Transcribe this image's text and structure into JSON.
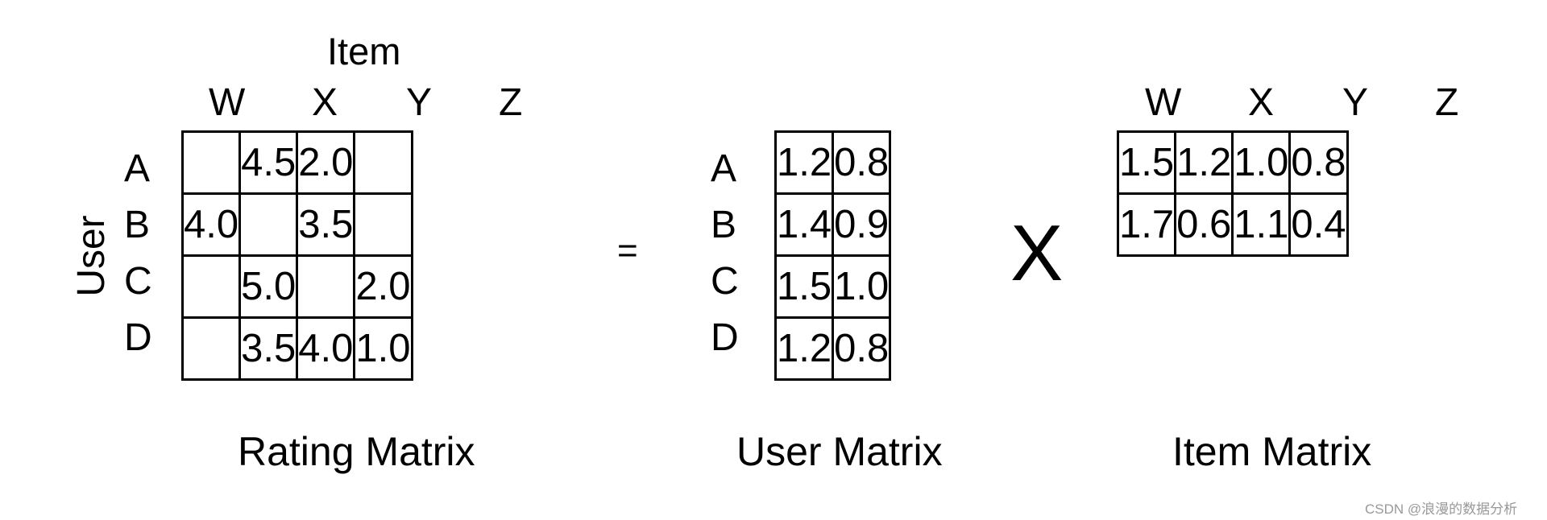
{
  "rating_matrix": {
    "axis_top": "Item",
    "axis_left": "User",
    "columns": [
      "W",
      "X",
      "Y",
      "Z"
    ],
    "rows": [
      "A",
      "B",
      "C",
      "D"
    ],
    "cells": [
      [
        "",
        "4.5",
        "2.0",
        ""
      ],
      [
        "4.0",
        "",
        "3.5",
        ""
      ],
      [
        "",
        "5.0",
        "",
        "2.0"
      ],
      [
        "",
        "3.5",
        "4.0",
        "1.0"
      ]
    ],
    "caption": "Rating Matrix"
  },
  "equals_sign": "=",
  "user_matrix": {
    "rows": [
      "A",
      "B",
      "C",
      "D"
    ],
    "cells": [
      [
        "1.2",
        "0.8"
      ],
      [
        "1.4",
        "0.9"
      ],
      [
        "1.5",
        "1.0"
      ],
      [
        "1.2",
        "0.8"
      ]
    ],
    "caption": "User Matrix"
  },
  "times_sign": "X",
  "item_matrix": {
    "columns": [
      "W",
      "X",
      "Y",
      "Z"
    ],
    "cells": [
      [
        "1.5",
        "1.2",
        "1.0",
        "0.8"
      ],
      [
        "1.7",
        "0.6",
        "1.1",
        "0.4"
      ]
    ],
    "caption": "Item Matrix"
  },
  "watermark": "CSDN @浪漫的数据分析"
}
